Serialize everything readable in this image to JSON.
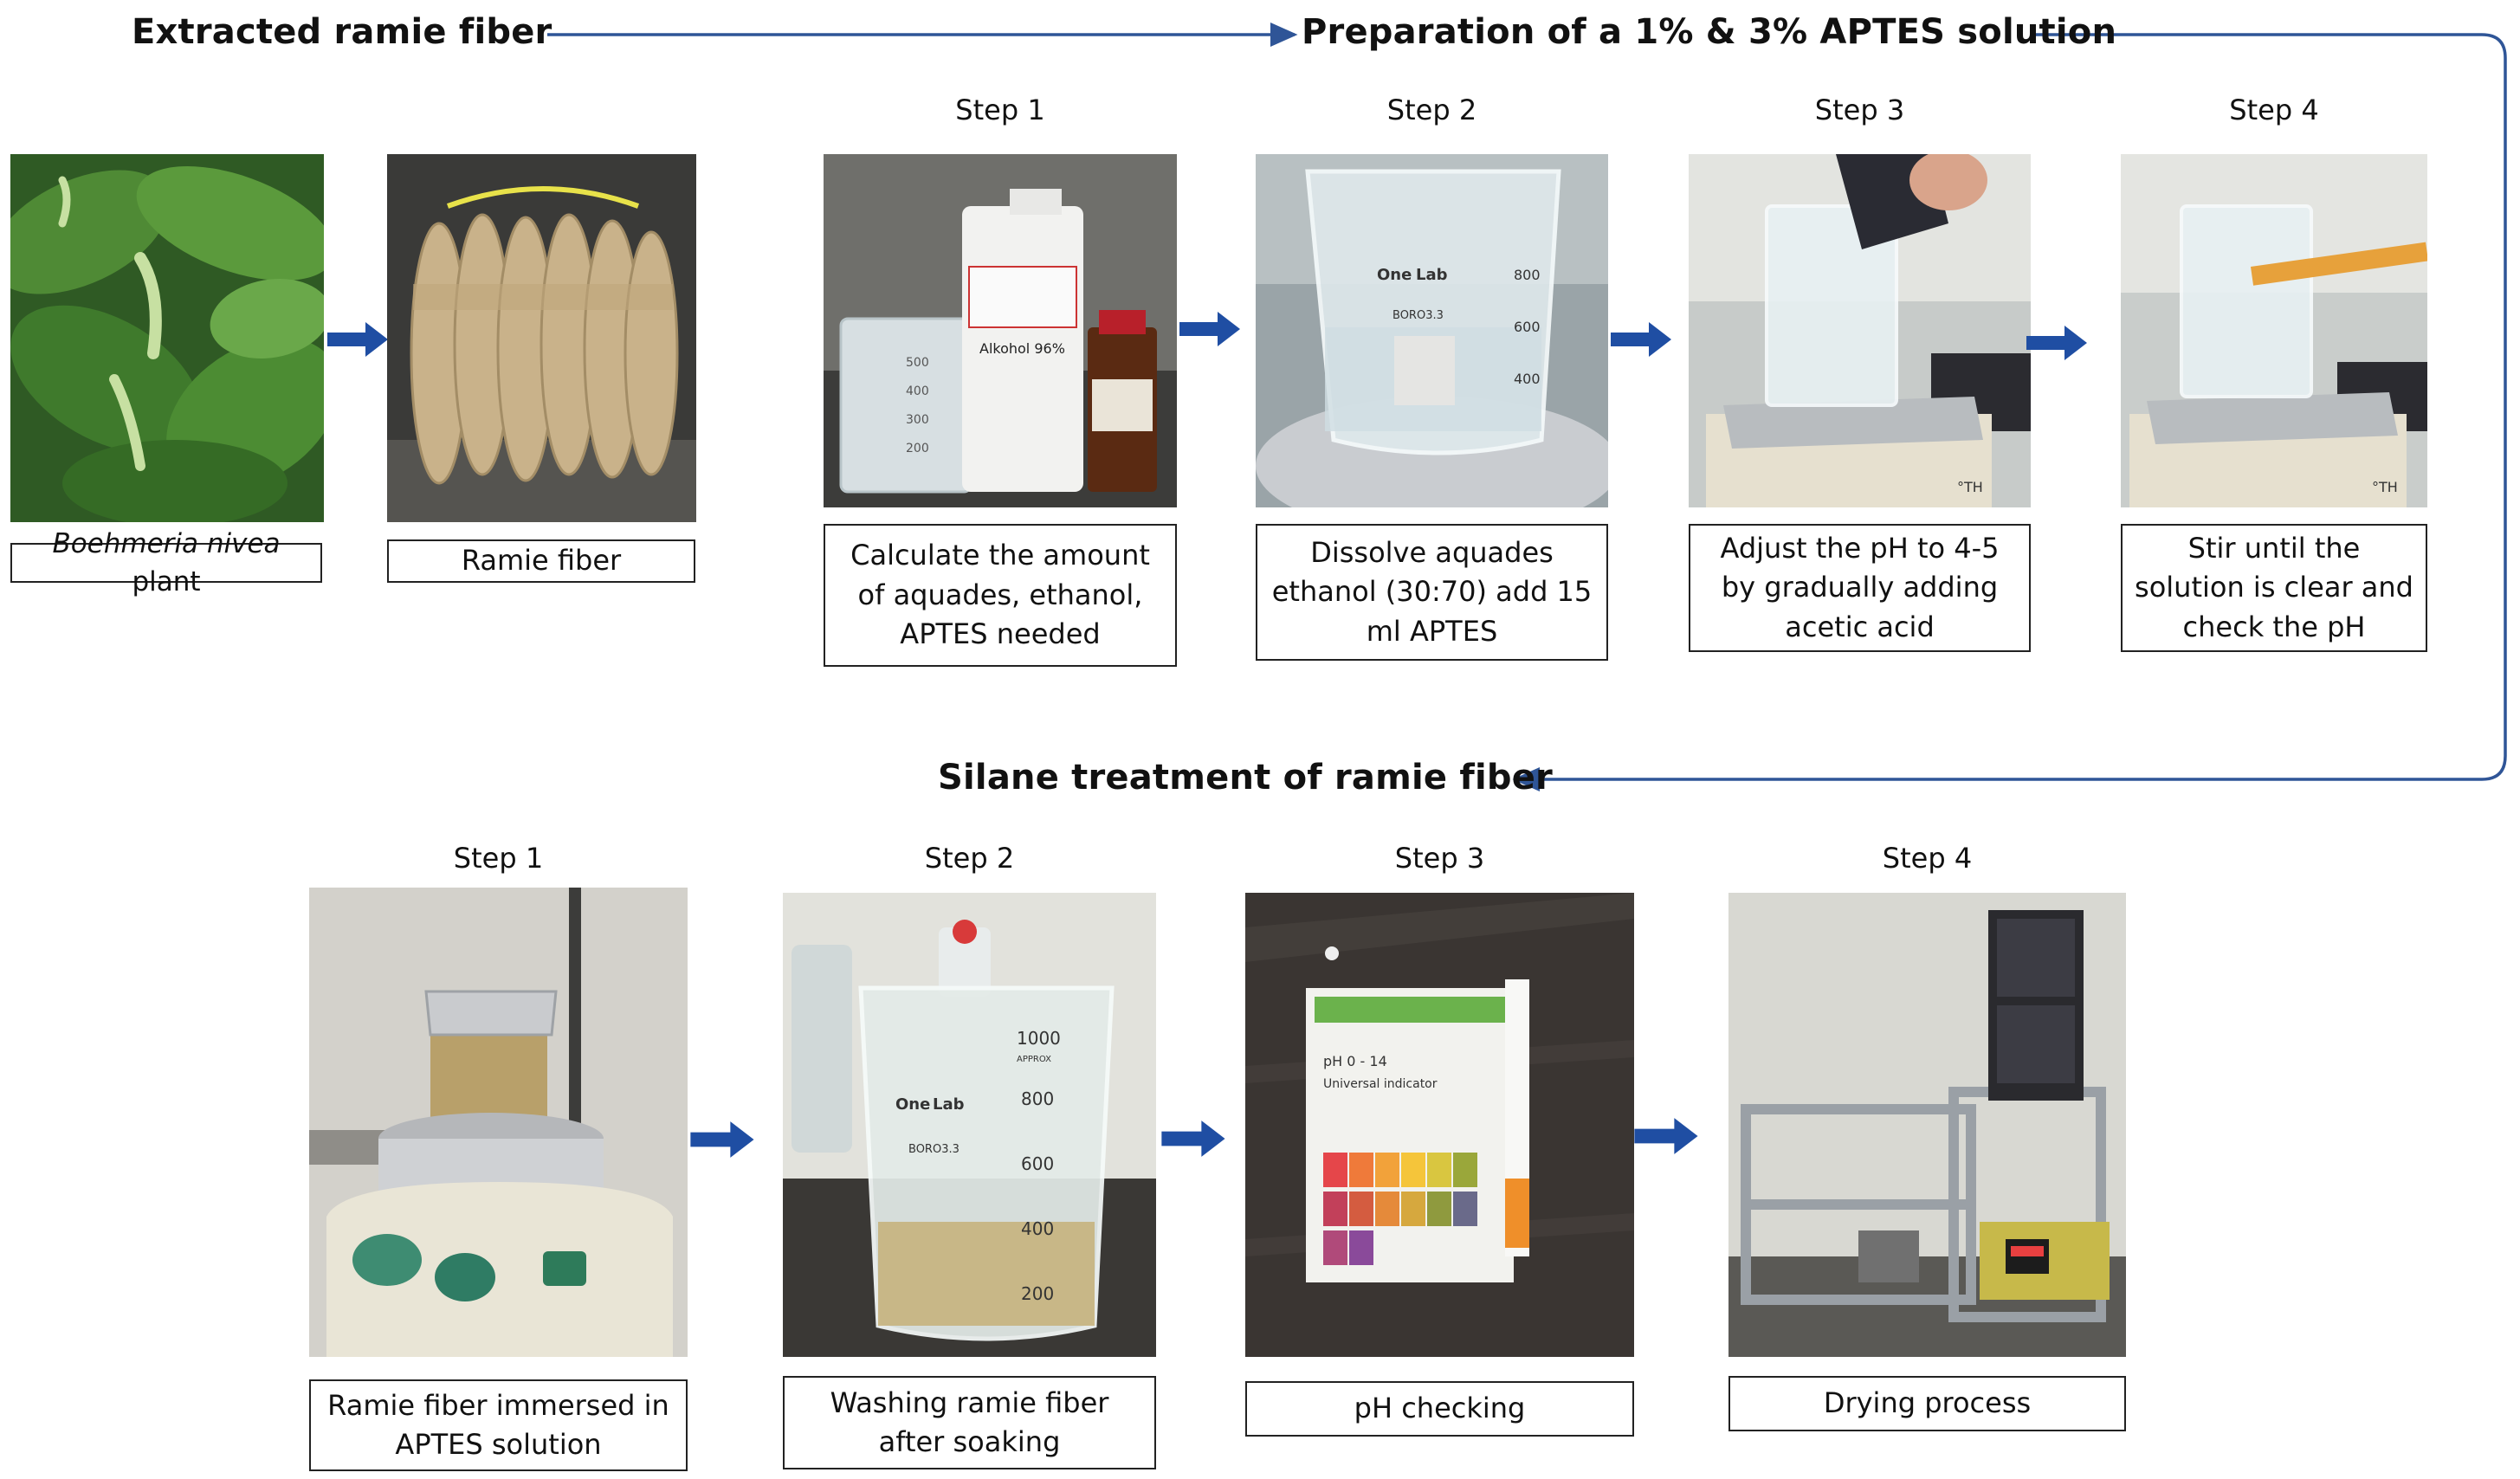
{
  "headings": {
    "extracted": "Extracted ramie fiber",
    "preparation": "Preparation of a 1% & 3% APTES solution",
    "silane": "Silane treatment of ramie fiber"
  },
  "fiber": {
    "plant_caption_italic": "Boehmeria nivea",
    "plant_caption_rest": " plant",
    "fiber_caption": "Ramie fiber"
  },
  "preparation_steps": [
    {
      "label": "Step 1",
      "caption": "Calculate the amount of aquades, ethanol, APTES needed",
      "photo_text": [
        "Alkohol 96%",
        "500",
        "400",
        "300",
        "200"
      ]
    },
    {
      "label": "Step 2",
      "caption": "Dissolve aquades ethanol (30:70) add 15 ml APTES",
      "photo_text": [
        "One",
        "Lab",
        "BORO3.3",
        "800",
        "600",
        "400"
      ]
    },
    {
      "label": "Step 3",
      "caption": "Adjust the pH to 4-5 by gradually adding acetic acid",
      "photo_text": [
        "°TH"
      ]
    },
    {
      "label": "Step 4",
      "caption": "Stir until the solution is clear and check the pH",
      "photo_text": [
        "°TH"
      ]
    }
  ],
  "silane_steps": [
    {
      "label": "Step 1",
      "caption": "Ramie fiber immersed in APTES solution"
    },
    {
      "label": "Step 2",
      "caption": "Washing ramie fiber after soaking",
      "photo_text": [
        "1000",
        "APPROX",
        "800",
        "600",
        "400",
        "200",
        "One",
        "Lab",
        "BORO3.3"
      ]
    },
    {
      "label": "Step 3",
      "caption": "pH checking",
      "photo_text": [
        "pH 0 - 14",
        "Universal indicator"
      ]
    },
    {
      "label": "Step 4",
      "caption": "Drying process"
    }
  ],
  "colors": {
    "flow_line": "#2f5597",
    "step_arrow": "#1f4ea3",
    "caption_border": "#222222",
    "heading_text": "#111111"
  },
  "icons": [
    "right-arrow-icon",
    "flow-arrow-icon"
  ]
}
